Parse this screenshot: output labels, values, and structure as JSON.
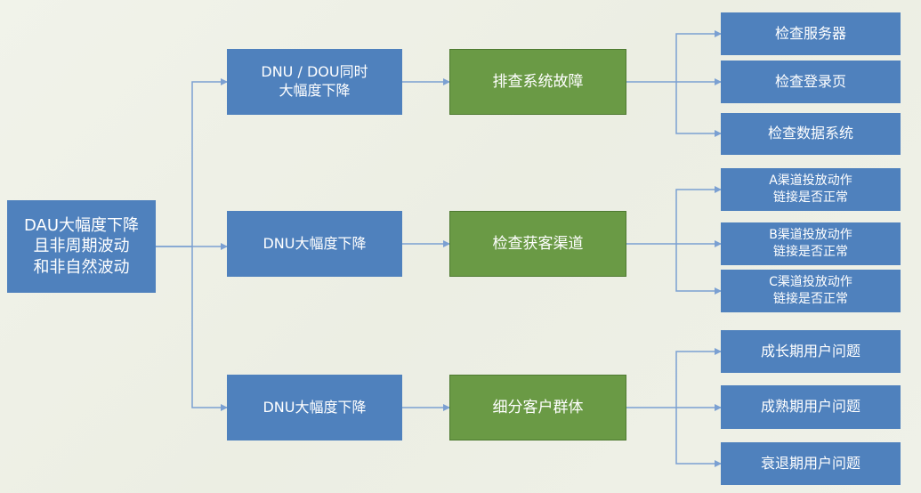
{
  "diagram": {
    "root": {
      "label": "DAU大幅度下降\n且非周期波动\n和非自然波动"
    },
    "branches": [
      {
        "label": "DNU / DOU同时\n大幅度下降",
        "action": "排查系统故障",
        "checks": [
          "检查服务器",
          "检查登录页",
          "检查数据系统"
        ]
      },
      {
        "label": "DNU大幅度下降",
        "action": "检查获客渠道",
        "checks": [
          "A渠道投放动作\n链接是否正常",
          "B渠道投放动作\n链接是否正常",
          "C渠道投放动作\n链接是否正常"
        ]
      },
      {
        "label": "DNU大幅度下降",
        "action": "细分客户群体",
        "checks": [
          "成长期用户问题",
          "成熟期用户问题",
          "衰退期用户问题"
        ]
      }
    ],
    "colors": {
      "box_blue": "#4f81bd",
      "box_green": "#6a9a45",
      "connector": "#7ba0d2",
      "text": "#ffffff"
    }
  }
}
